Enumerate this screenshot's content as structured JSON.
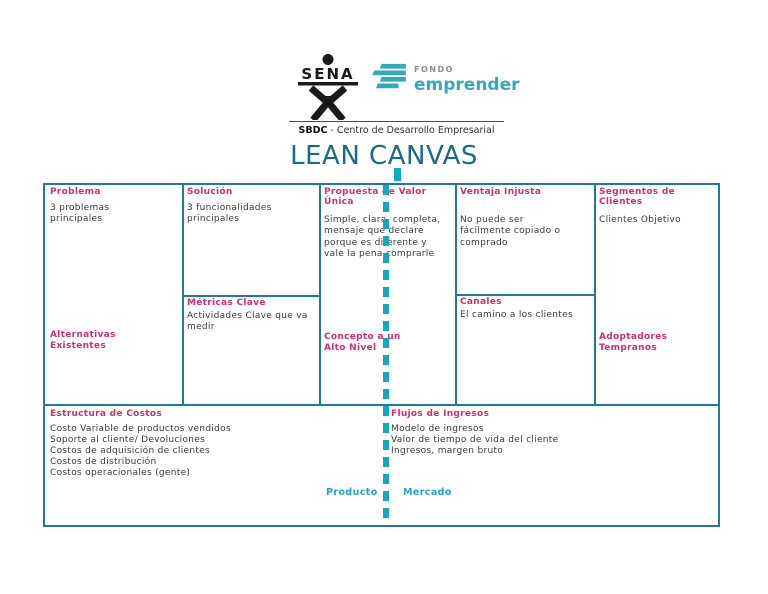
{
  "header": {
    "sena_label": "SENA",
    "fondo_label": "FONDO",
    "emprender_label": "emprender",
    "sbdc_bold": "SBDC",
    "sbdc_rest": "- Centro de Desarrollo Empresarial"
  },
  "title": "LEAN CANVAS",
  "canvas": {
    "problema": {
      "title": "Problema",
      "body": "3 problemas principales",
      "footer": "Alternativas Existentes"
    },
    "solucion": {
      "title": "Solución",
      "body": "3 funcionalidades principales"
    },
    "metricas": {
      "title": "Métricas Clave",
      "body": "Actividades Clave que va medir"
    },
    "propuesta": {
      "title": "Propuesta de Valor Única",
      "body": "Simple, clara, completa, mensaje que declare porque es diferente y vale la pena comprarle",
      "footer": "Concepto a un Alto Nivel"
    },
    "ventaja": {
      "title": "Ventaja Injusta",
      "body": "No puede ser fácilmente copiado o comprado"
    },
    "canales": {
      "title": "Canales",
      "body": "El camino a los clientes"
    },
    "segmentos": {
      "title": "Segmentos de Clientes",
      "body": "Clientes Objetivo",
      "footer": "Adoptadores Tempranos"
    },
    "costos": {
      "title": "Estructura de Costos",
      "items": [
        "Costo Variable de productos vendidos",
        "Soporte al cliente/ Devoluciones",
        "Costos de adquisición de clientes",
        "Costos de distribución",
        "Costos operacionales (gente)"
      ]
    },
    "ingresos": {
      "title": "Flujos de Ingresos",
      "items": [
        "Modelo de ingresos",
        "Valor de tiempo de vida del cliente",
        "Ingresos, margen bruto"
      ]
    },
    "producto_label": "Producto",
    "mercado_label": "Mercado"
  },
  "colors": {
    "border_teal": "#1e7d96",
    "dashed_teal": "#0fabc4",
    "header_pink": "#d02e73",
    "title_teal": "#1b6a85",
    "axis_label_teal": "#1ba7c4",
    "emprender_teal": "#33a9bd",
    "body_text": "#3a3a3a"
  }
}
